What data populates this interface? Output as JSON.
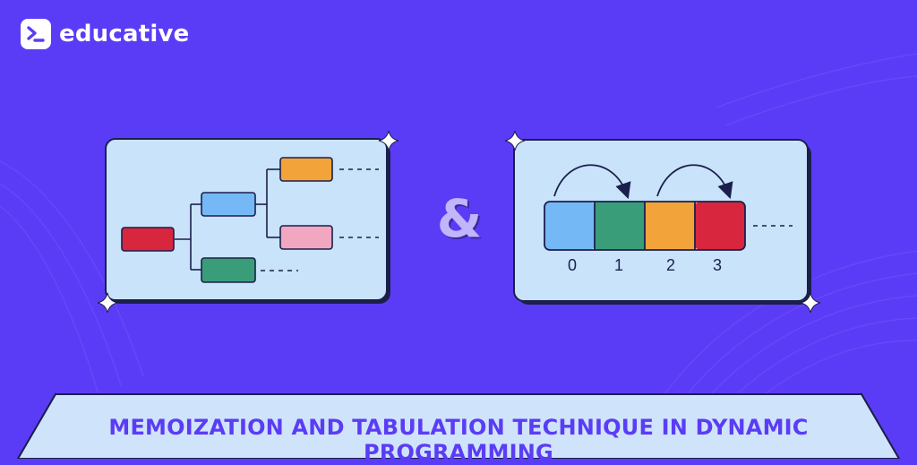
{
  "brand": {
    "name": "educative",
    "icon": "terminal-prompt-icon"
  },
  "ampersand": "&",
  "array_indices": [
    "0",
    "1",
    "2",
    "3"
  ],
  "title": "MEMOIZATION AND TABULATION TECHNIQUE IN DYNAMIC PROGRAMMING",
  "colors": {
    "background": "#5b3cf6",
    "panel": "#c9e3fb",
    "outline": "#1b1f4b",
    "red": "#d7263d",
    "blue": "#74b9f5",
    "orange": "#f2a33a",
    "pink": "#f1a7c0",
    "green": "#3a9d7a",
    "banner_teal": "#3fd3c8",
    "banner_bg": "#cfe4fb"
  }
}
